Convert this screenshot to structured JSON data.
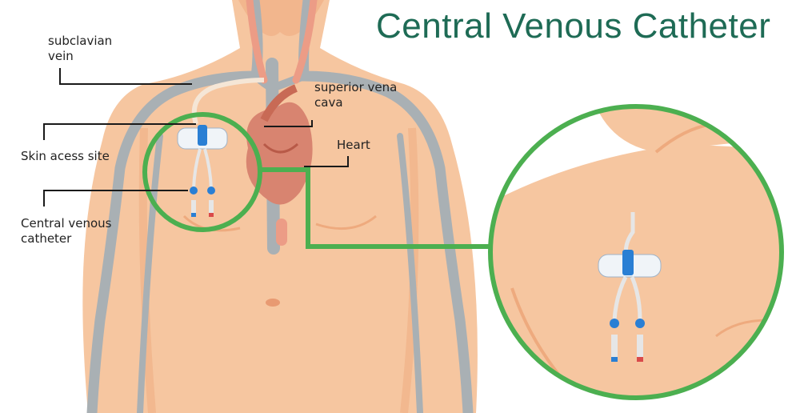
{
  "title": "Central Venous Catheter",
  "labels": {
    "subclavian": [
      "subclavian",
      "vein"
    ],
    "svc": [
      "superior vena",
      "cava"
    ],
    "heart": "Heart",
    "skin": "Skin acess site",
    "cvc": [
      "Central venous",
      "catheter"
    ]
  },
  "colors": {
    "skin": "#f6c6a0",
    "skin_shadow": "#eeaa7e",
    "vein": "#a9b0b4",
    "artery": "#ec9c86",
    "heart": "#d88470",
    "circle": "#4caf50",
    "title": "#1e6b55",
    "catheter_blue": "#2a7fd4",
    "catheter_red": "#d94a4a"
  }
}
